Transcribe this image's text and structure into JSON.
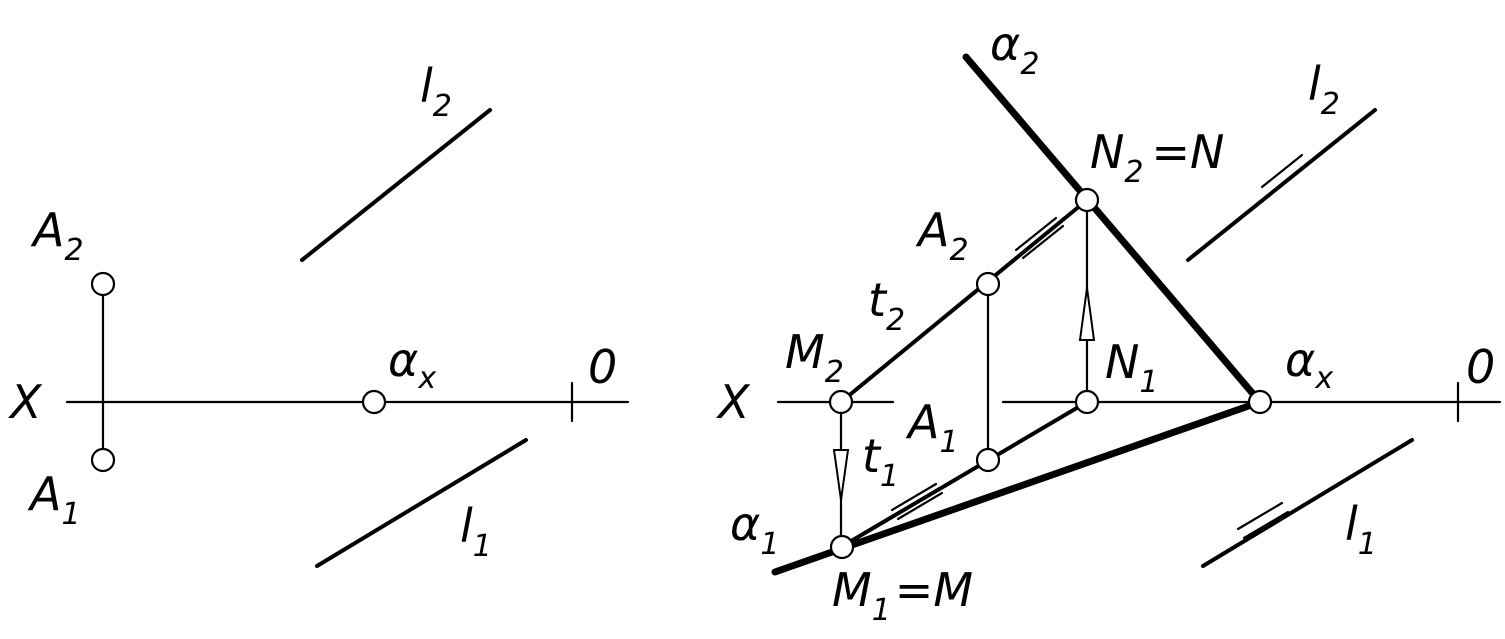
{
  "left_panel": {
    "labels": {
      "x_axis": "X",
      "origin": "0",
      "a2_main": "A",
      "a2_sub": "2",
      "a1_main": "A",
      "a1_sub": "1",
      "l2_main": "l",
      "l2_sub": "2",
      "l1_main": "l",
      "l1_sub": "1",
      "alpha_x_main": "α",
      "alpha_x_sub": "x"
    }
  },
  "right_panel": {
    "labels": {
      "x_axis": "X",
      "origin": "0",
      "alpha2_main": "α",
      "alpha2_sub": "2",
      "alpha1_main": "α",
      "alpha1_sub": "1",
      "alpha_x_main": "α",
      "alpha_x_sub": "x",
      "n2_main": "N",
      "n2_sub": "2",
      "n2_eq": "=N",
      "n1_main": "N",
      "n1_sub": "1",
      "m2_main": "M",
      "m2_sub": "2",
      "m1_main": "M",
      "m1_sub": "1",
      "m1_eq": "=M",
      "a2_main": "A",
      "a2_sub": "2",
      "a1_main": "A",
      "a1_sub": "1",
      "t2_main": "t",
      "t2_sub": "2",
      "t1_main": "t",
      "t1_sub": "1",
      "l2_main": "l",
      "l2_sub": "2",
      "l1_main": "l",
      "l1_sub": "1"
    }
  }
}
